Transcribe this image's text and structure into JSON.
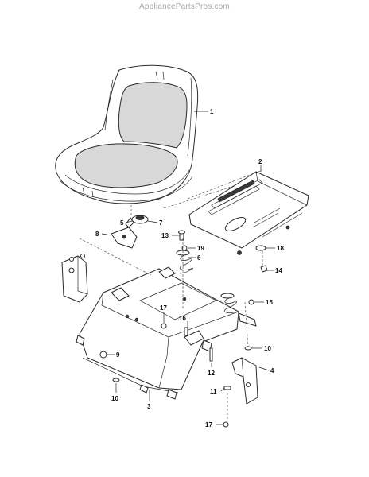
{
  "watermark": "AppliancePartsPros.com",
  "callouts": [
    {
      "id": "c1",
      "label": "1"
    },
    {
      "id": "c2",
      "label": "2"
    },
    {
      "id": "c3",
      "label": "3"
    },
    {
      "id": "c4",
      "label": "4"
    },
    {
      "id": "c5",
      "label": "5"
    },
    {
      "id": "c6",
      "label": "6"
    },
    {
      "id": "c7",
      "label": "7"
    },
    {
      "id": "c8",
      "label": "8"
    },
    {
      "id": "c9",
      "label": "9"
    },
    {
      "id": "c10a",
      "label": "10"
    },
    {
      "id": "c10b",
      "label": "10"
    },
    {
      "id": "c11",
      "label": "11"
    },
    {
      "id": "c12",
      "label": "12"
    },
    {
      "id": "c13",
      "label": "13"
    },
    {
      "id": "c14",
      "label": "14"
    },
    {
      "id": "c15",
      "label": "15"
    },
    {
      "id": "c16",
      "label": "16"
    },
    {
      "id": "c17a",
      "label": "17"
    },
    {
      "id": "c17b",
      "label": "17"
    },
    {
      "id": "c18",
      "label": "18"
    },
    {
      "id": "c19",
      "label": "19"
    }
  ]
}
